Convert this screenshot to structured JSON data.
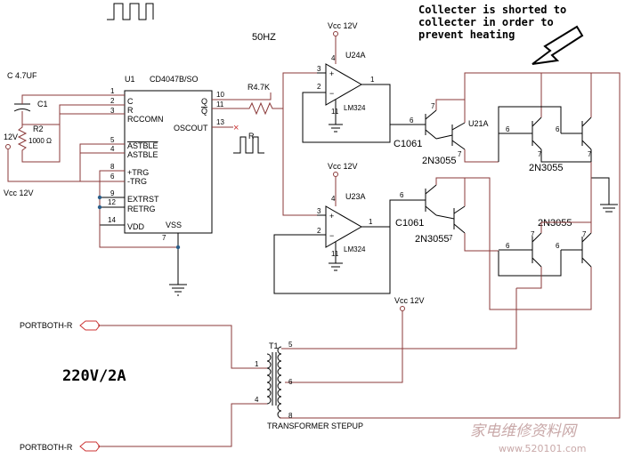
{
  "title_note": {
    "line1": "Collecter is shorted to",
    "line2": "collecter in order to",
    "line3": "prevent heating"
  },
  "freq_label": "50HZ",
  "supply_label": "220V/2A",
  "cap": {
    "name": "C 4.7UF",
    "ref": "C1"
  },
  "resistor_r2": {
    "ref": "R2",
    "value": "1000 Ω"
  },
  "resistor_r47": "R4.7K",
  "r_label": "R",
  "v12_left": "12V",
  "vcc_labels": [
    "Vcc 12V",
    "Vcc 12V",
    "Vcc 12V",
    "Vcc 12V"
  ],
  "ic_u1": {
    "ref": "U1",
    "part": "CD4047B/SO",
    "left_pins": [
      {
        "num": "1",
        "name": "C"
      },
      {
        "num": "2",
        "name": "R"
      },
      {
        "num": "3",
        "name": "RCCOMN"
      },
      {
        "num": "5",
        "name": "ASTBLE"
      },
      {
        "num": "4",
        "name": "ASTBLE"
      },
      {
        "num": "8",
        "name": "+TRG"
      },
      {
        "num": "6",
        "name": "-TRG"
      },
      {
        "num": "9",
        "name": "EXTRST"
      },
      {
        "num": "12",
        "name": "RETRG"
      },
      {
        "num": "14",
        "name": "VDD"
      }
    ],
    "right_pins": [
      {
        "num": "10",
        "name": "Q"
      },
      {
        "num": "11",
        "name": "Q"
      },
      {
        "num": "13",
        "name": "OSCOUT"
      }
    ],
    "bottom_pin": {
      "num": "7",
      "name": "VSS"
    }
  },
  "opamp_a": {
    "ref": "U24A",
    "part": "LM324",
    "pins": [
      "3",
      "2",
      "1",
      "4",
      "11"
    ]
  },
  "opamp_b": {
    "ref": "U23A",
    "part": "LM324",
    "pins": [
      "3",
      "2",
      "1",
      "4",
      "11"
    ]
  },
  "transistors": {
    "c1061_top": "C1061",
    "c1061_bot": "C1061",
    "u21a": "U21A",
    "t2n_a": "2N3055",
    "t2n_b": "2N3055",
    "t2n_c": "2N3055",
    "t2n_d": "2N3055",
    "pins": [
      "6",
      "7",
      "6",
      "7",
      "6",
      "7",
      "6",
      "7",
      "6",
      "7",
      "6",
      "7"
    ]
  },
  "ports": [
    "PORTBOTH-R",
    "PORTBOTH-R"
  ],
  "transformer": {
    "ref": "T1",
    "label": "TRANSFORMER STEPUP",
    "primary_pins": [
      "1",
      "4"
    ],
    "secondary_pins": [
      "5",
      "6",
      "8"
    ]
  },
  "watermark": {
    "cn": "家电维修资料网",
    "url": "www.520101.com"
  }
}
